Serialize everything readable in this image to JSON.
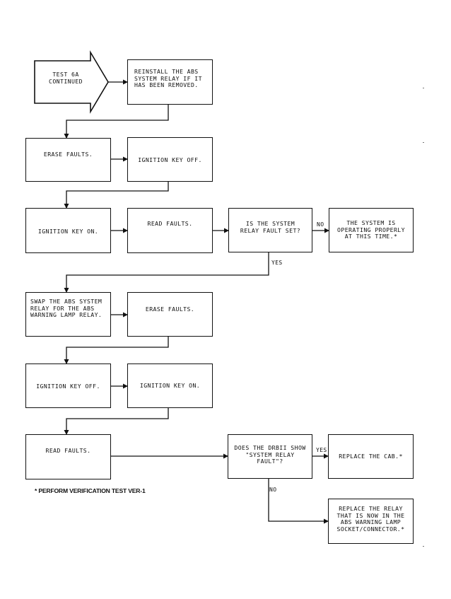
{
  "start": "TEST 6A\nCONTINUED",
  "boxes": {
    "reinstall": "REINSTALL THE ABS\nSYSTEM RELAY IF IT\nHAS BEEN REMOVED.",
    "erase1": "ERASE FAULTS.",
    "key_off1": "IGNITION KEY OFF.",
    "key_on1": "IGNITION KEY ON.",
    "read1": "READ FAULTS.",
    "q1": "IS THE SYSTEM\nRELAY FAULT SET?",
    "ok": "THE SYSTEM IS\nOPERATING PROPERLY\nAT THIS TIME.*",
    "swap": "SWAP THE ABS SYSTEM\nRELAY FOR THE ABS\nWARNING LAMP RELAY.",
    "erase2": "ERASE FAULTS.",
    "key_off2": "IGNITION KEY OFF.",
    "key_on2": "IGNITION KEY ON.",
    "read2": "READ FAULTS.",
    "q2": "DOES THE DRBII SHOW\n\"SYSTEM RELAY\nFAULT\"?",
    "cab": "REPLACE THE CAB.*",
    "relay": "REPLACE THE RELAY\nTHAT IS NOW IN THE\nABS WARNING LAMP\nSOCKET/CONNECTOR.*"
  },
  "labels": {
    "no1": "NO",
    "yes1": "YES",
    "yes2": "YES",
    "no2": "NO"
  },
  "footnote": "* PERFORM VERIFICATION TEST VER-1"
}
